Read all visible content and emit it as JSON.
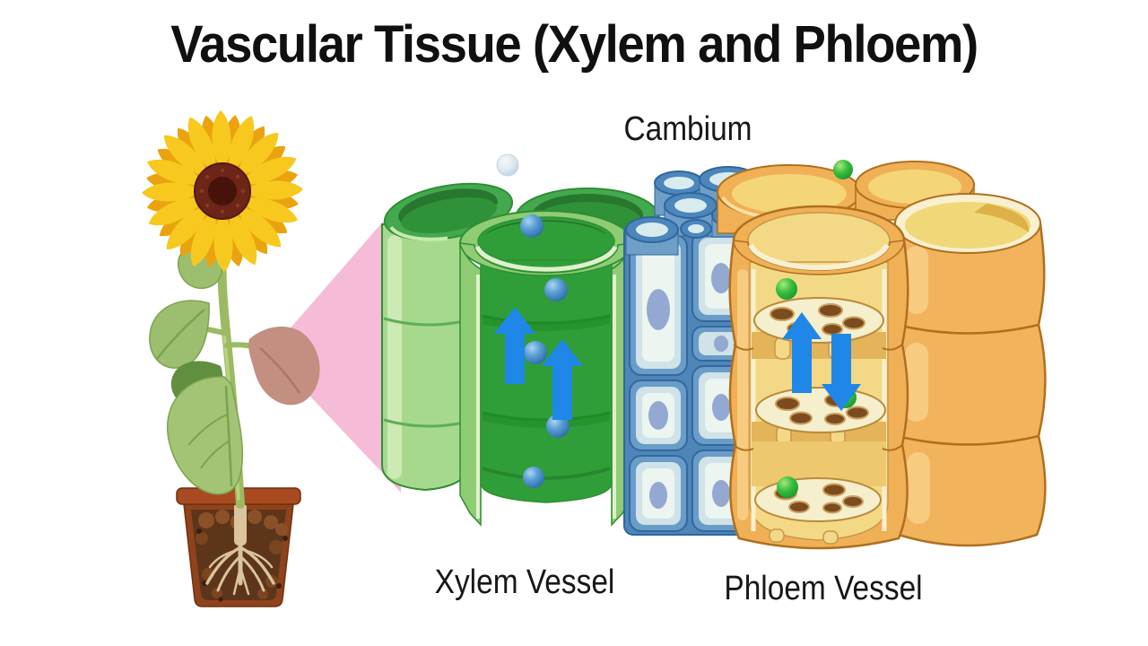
{
  "title": "Vascular Tissue (Xylem and Phloem)",
  "labels": {
    "cambium": "Cambium",
    "xylem_vessel": "Xylem Vessel",
    "phloem_vessel": "Phloem Vessel"
  },
  "diagram": {
    "plant": "sunflower in terracotta pot with exposed roots",
    "magnifier": "pink wedge from plant stem to tissue cross-section",
    "xylem": {
      "arrow_directions": [
        "up",
        "up"
      ],
      "molecule_count": 5,
      "molecule": "water (blue sphere)"
    },
    "phloem": {
      "arrow_directions": [
        "up",
        "down"
      ],
      "molecule_count": 4,
      "molecule": "sugar (green sphere)",
      "sieve_plates": 3
    },
    "cambium": {
      "cell_count_visible": 7,
      "tube_tops_visible": 6
    }
  },
  "palette": {
    "background": "#ffffff",
    "title_text": "#101010",
    "label_text": "#171717",
    "magnifier_pink": "#f6bbd7",
    "xylem_body_green": "#a6d98e",
    "xylem_wall_green": "#8fcc74",
    "xylem_interior_green": "#2f9e38",
    "xylem_outline": "#2e8f34",
    "xylem_cut_edge": "#dff0cc",
    "cambium_column_blue": "#4e86b8",
    "cambium_cell_border": "#33689f",
    "cambium_cell_fill": "#cfe3e8",
    "cambium_nucleus": "#93a9d2",
    "phloem_orange": "#f1b35c",
    "phloem_outline": "#b06f1f",
    "phloem_interior": "#f3d986",
    "sieve_plate": "#f5efcd",
    "sieve_pore": "#7c4c1e",
    "flow_arrow_blue": "#1f87e8",
    "water_molecule": "#2d6da8",
    "sugar_molecule": "#189a2e",
    "petal_yellow": "#f7c91f",
    "flower_center": "#6d2517",
    "leaf_green": "#9cbf6f",
    "shaded_leaf": "#c28f80",
    "pot_terracotta": "#a84b21",
    "soil_brown": "#5d351b",
    "root_tan": "#d9c49c"
  }
}
